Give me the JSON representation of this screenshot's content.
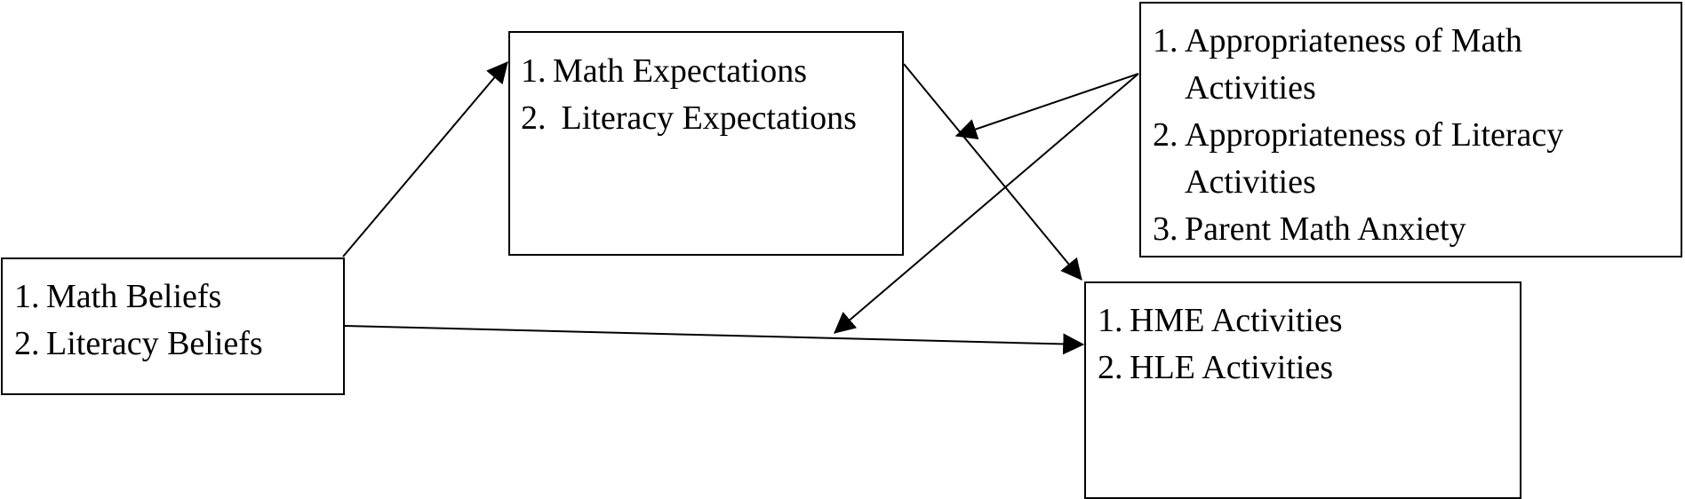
{
  "boxes": {
    "beliefs": {
      "items": [
        {
          "num": "1.",
          "text": "Math Beliefs"
        },
        {
          "num": "2.",
          "text": "Literacy Beliefs"
        }
      ]
    },
    "expectations": {
      "items": [
        {
          "num": "1.",
          "text": "Math Expectations"
        },
        {
          "num": "2.",
          "text": " Literacy Expectations"
        }
      ]
    },
    "appropriateness": {
      "items": [
        {
          "num": "1.",
          "text": "Appropriateness of Math Activities"
        },
        {
          "num": "2.",
          "text": "Appropriateness of Literacy Activities"
        },
        {
          "num": "3.",
          "text": "Parent Math Anxiety"
        }
      ]
    },
    "activities": {
      "items": [
        {
          "num": "1.",
          "text": "HME Activities"
        },
        {
          "num": "2.",
          "text": "HLE Activities"
        }
      ]
    }
  },
  "colors": {
    "stroke": "#000000",
    "background": "#ffffff"
  }
}
